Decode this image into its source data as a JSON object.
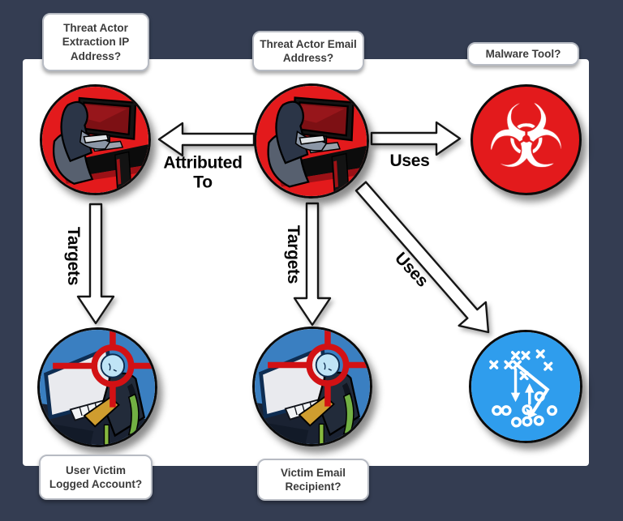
{
  "diagram": {
    "boxes": {
      "threat_actor_ip": "Threat Actor Extraction IP Address?",
      "threat_actor_email": "Threat Actor Email Address?",
      "malware_tool": "Malware Tool?",
      "user_victim_account": "User Victim Logged Account?",
      "victim_email_recipient": "Victim Email Recipient?"
    },
    "edges": {
      "attributed_to": "Attributed To",
      "uses_malware": "Uses",
      "targets_user_victim": "Targets",
      "targets_victim_email": "Targets",
      "uses_tactics": "Uses"
    },
    "icons": {
      "threat_actor_ip": "threat-actor-at-computer-icon",
      "threat_actor_email": "threat-actor-at-computer-icon",
      "malware": "biohazard-icon",
      "user_victim": "targeted-victim-at-computer-icon",
      "victim_email": "targeted-victim-at-computer-icon",
      "tactics": "play-diagram-icon"
    },
    "glyphs": {
      "biohazard": "☣"
    },
    "colors": {
      "background": "#343d52",
      "panel": "#ffffff",
      "threat_red": "#e31a1c",
      "screen_dark_red": "#7d1014",
      "victim_blue": "#3a7fc1",
      "tactics_blue": "#2f9ded",
      "crosshair_red": "#d21114",
      "arrow_fill": "#ffffff",
      "arrow_outline": "#161616"
    }
  }
}
